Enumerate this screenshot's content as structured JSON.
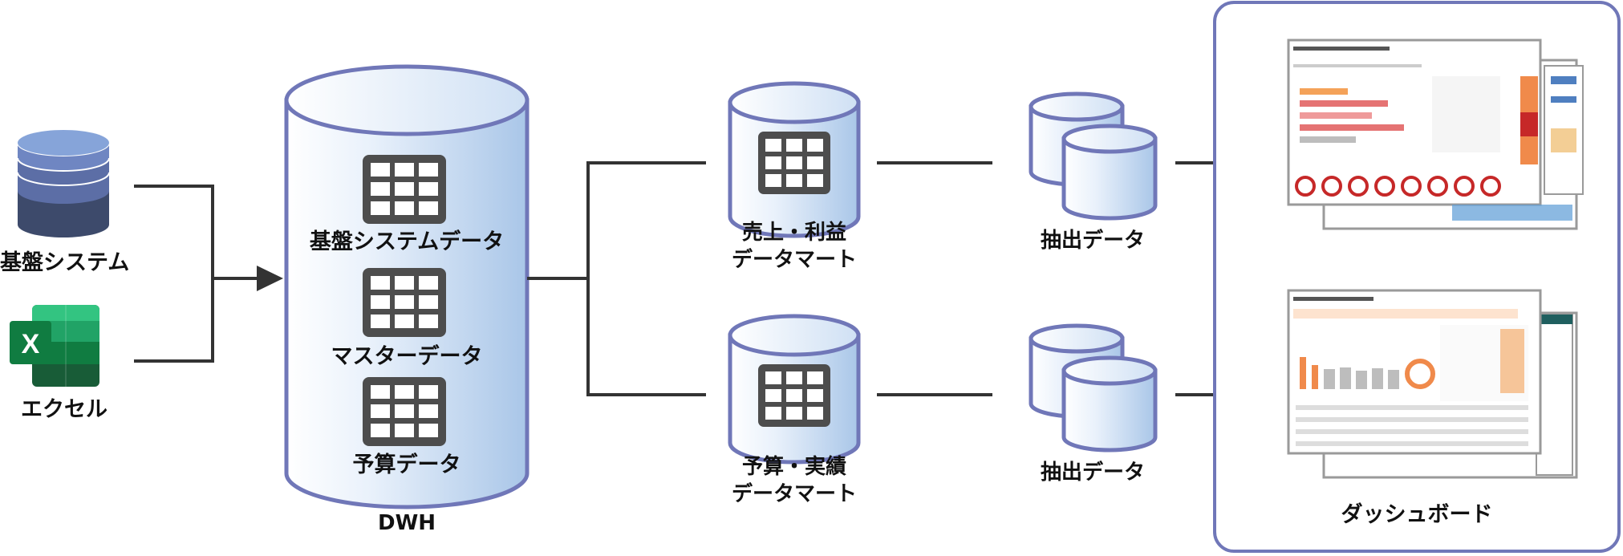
{
  "sources": [
    {
      "label": "基盤システム",
      "icon": "database-stack-icon"
    },
    {
      "label": "エクセル",
      "icon": "excel-icon",
      "icon_text": "X"
    }
  ],
  "dwh": {
    "label": "DWH",
    "tables": [
      "基盤システムデータ",
      "マスターデータ",
      "予算データ"
    ]
  },
  "datamarts": [
    {
      "line1": "売上・利益",
      "line2": "データマート"
    },
    {
      "line1": "予算・実績",
      "line2": "データマート"
    }
  ],
  "extracts": [
    "抽出データ",
    "抽出データ"
  ],
  "dashboard": {
    "label": "ダッシュボード"
  },
  "colors": {
    "outline": "#7077b8",
    "line": "#333333",
    "table_icon": "#4d4d4d",
    "db_top": "#86a4d9",
    "db_mid": "#5c6ea6",
    "db_bot": "#3d4a6b",
    "excel_green": "#21a366"
  }
}
